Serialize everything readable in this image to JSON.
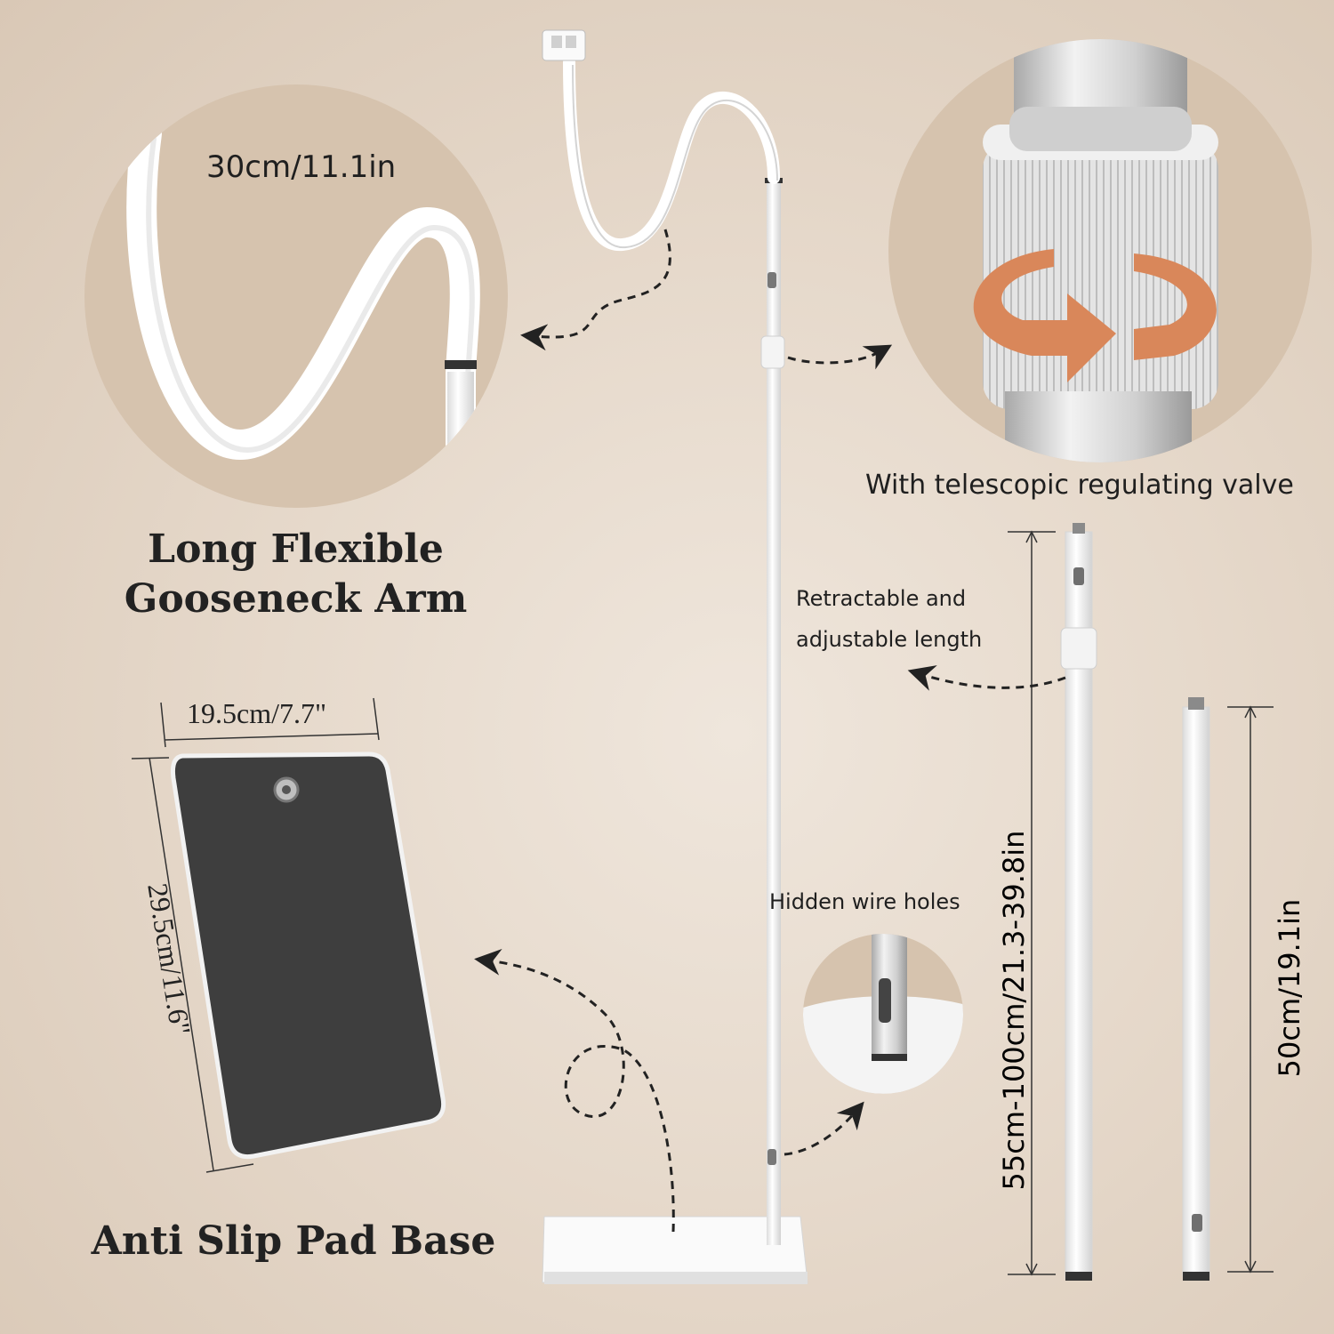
{
  "labels": {
    "gooseneck_length": "30cm/11.1in",
    "gooseneck_title_line1": "Long Flexible",
    "gooseneck_title_line2": "Gooseneck Arm",
    "valve": "With telescopic regulating valve",
    "retractable_line1": "Retractable and",
    "retractable_line2": "adjustable length",
    "base_width": "19.5cm/7.7\"",
    "base_length": "29.5cm/11.6\"",
    "base_title": "Anti Slip Pad Base",
    "wire_holes": "Hidden wire holes",
    "adjustable_height": "55cm-100cm/21.3-39.8in",
    "fixed_pole": "50cm/19.1in"
  },
  "colors": {
    "background": "#e6d9cb",
    "circle": "#d8c6b2",
    "pole": "#f7f7f5",
    "pad": "#3e3e3e",
    "arrow": "#222222",
    "rotate_arrow": "#d9875a",
    "metal": "#c9c9c9"
  },
  "icons": {
    "rotate": "rotate-arrow-icon",
    "pointer": "dashed-arrow-icon"
  }
}
